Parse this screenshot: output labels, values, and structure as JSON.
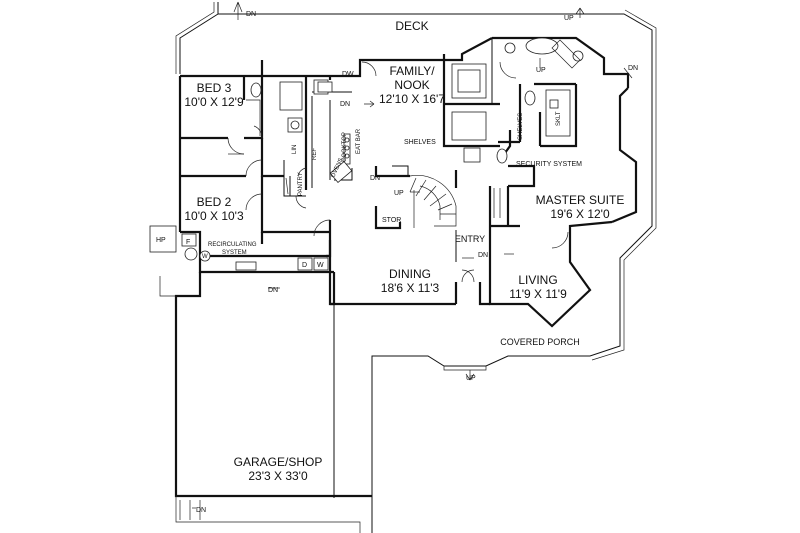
{
  "rooms": {
    "deck": "DECK",
    "family_nook": {
      "name1": "FAMILY/",
      "name2": "NOOK",
      "size": "12'10 X 16'7"
    },
    "bed3": {
      "name": "BED 3",
      "size": "10'0 X 12'9"
    },
    "bed2": {
      "name": "BED 2",
      "size": "10'0 X 10'3"
    },
    "master_suite": {
      "name": "MASTER SUITE",
      "size": "19'6 X 12'0"
    },
    "dining": {
      "name": "DINING",
      "size": "18'6 X 11'3"
    },
    "living": {
      "name": "LIVING",
      "size": "11'9 X 11'9"
    },
    "entry": "ENTRY",
    "covered_porch": "COVERED PORCH",
    "garage": {
      "name": "GARAGE/SHOP",
      "size": "23'3 X 33'0"
    }
  },
  "labels": {
    "dn": "DN",
    "up": "UP",
    "dw": "DW",
    "lin": "LIN",
    "ref": "REF",
    "pantry": "PANTRY",
    "ovens": "OVENS",
    "cooktop": "COOKTOP",
    "eat_bar": "EAT BAR",
    "shelves": "SHELVES",
    "security_system": "SECURITY SYSTEM",
    "stor": "STOR",
    "sklt": "SKLT",
    "hp": "HP",
    "f": "F",
    "w": "W",
    "d": "D",
    "recirculating": "RECIRCULATING",
    "system": "SYSTEM"
  }
}
